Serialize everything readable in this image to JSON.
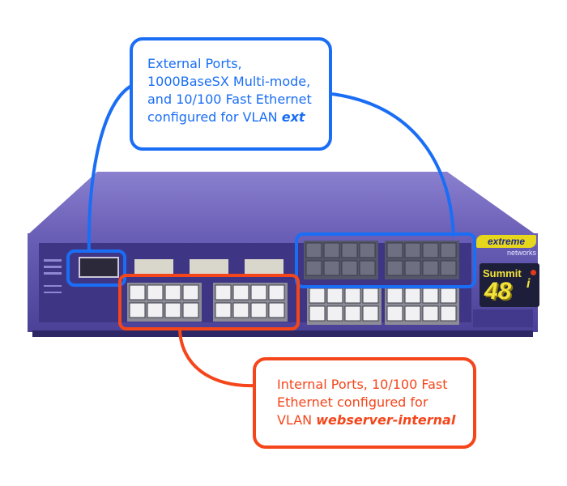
{
  "callouts": {
    "external": {
      "lines": [
        "External Ports,",
        "1000BaseSX Multi-mode,",
        "and 10/100 Fast Ethernet"
      ],
      "last_prefix": "configured for VLAN ",
      "last_emphasis": "ext",
      "color": "#1a6ef5"
    },
    "internal": {
      "lines": [
        "Internal Ports, 10/100 Fast",
        "Ethernet configured for"
      ],
      "last_prefix": "VLAN ",
      "last_emphasis": "webserver-internal",
      "color": "#f5451a"
    }
  },
  "device": {
    "brand_top": "extreme",
    "brand_bottom": "networks",
    "model_name": "Summit",
    "model_number": "48",
    "model_suffix": "i",
    "chassis_color": "#5a4fa8"
  }
}
